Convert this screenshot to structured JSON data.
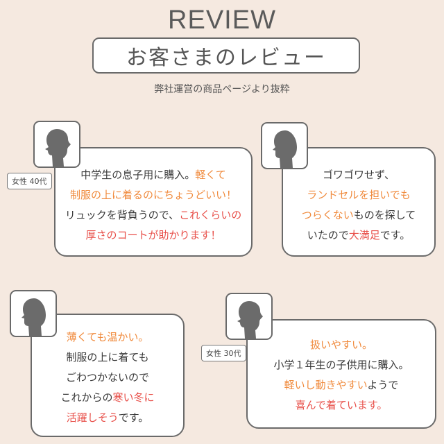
{
  "header": {
    "review_label": "REVIEW",
    "title": "お客さまのレビュー",
    "subtitle": "弊社運営の商品ページより抜粋"
  },
  "colors": {
    "background": "#f5e9e0",
    "highlight_orange": "#f08a3c",
    "highlight_red": "#e8504a",
    "border": "#6a6a6a"
  },
  "reviews": [
    {
      "avatar_icon": "female-silhouette-icon",
      "tag": "女性 40代",
      "lines": [
        [
          {
            "t": "中学生の息子用に購入。"
          },
          {
            "t": "軽くて",
            "c": "orange"
          }
        ],
        [
          {
            "t": "制服の上に着るのにちょうどいい！",
            "c": "orange"
          }
        ],
        [
          {
            "t": "リュックを背負うので、"
          },
          {
            "t": "これくらいの",
            "c": "red"
          }
        ],
        [
          {
            "t": "厚さのコートが助かります！",
            "c": "red"
          }
        ]
      ]
    },
    {
      "avatar_icon": "male-silhouette-icon",
      "tag": "",
      "lines": [
        [
          {
            "t": "ゴワゴワせず、"
          }
        ],
        [
          {
            "t": "ランドセルを担いでも",
            "c": "orange"
          }
        ],
        [
          {
            "t": "つらくない",
            "c": "orange"
          },
          {
            "t": "ものを探して"
          }
        ],
        [
          {
            "t": "いたので"
          },
          {
            "t": "大満足",
            "c": "red"
          },
          {
            "t": "です。"
          }
        ]
      ]
    },
    {
      "avatar_icon": "male-silhouette-icon",
      "tag": "",
      "lines": [
        [
          {
            "t": "薄くても温かい。",
            "c": "orange"
          }
        ],
        [
          {
            "t": "制服の上に着ても"
          }
        ],
        [
          {
            "t": "ごわつかないので"
          }
        ],
        [
          {
            "t": "これからの"
          },
          {
            "t": "寒い冬に",
            "c": "red"
          }
        ],
        [
          {
            "t": "活躍しそう",
            "c": "red"
          },
          {
            "t": "です。"
          }
        ]
      ]
    },
    {
      "avatar_icon": "female-silhouette-icon",
      "tag": "女性 30代",
      "lines": [
        [
          {
            "t": "扱いやすい。",
            "c": "orange"
          }
        ],
        [
          {
            "t": "小学１年生の子供用に購入。"
          }
        ],
        [
          {
            "t": "軽いし動きやすい",
            "c": "orange"
          },
          {
            "t": "ようで"
          }
        ],
        [
          {
            "t": "喜んで着ています。",
            "c": "red"
          }
        ]
      ]
    }
  ]
}
